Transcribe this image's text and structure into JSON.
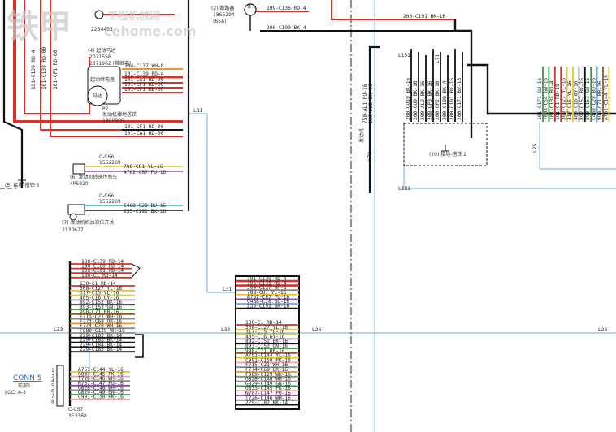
{
  "watermark": {
    "brand": "铁甲",
    "sub": "工程机械网",
    "domain": "cehome.com"
  },
  "palette": {
    "red": "#d8302a",
    "black": "#111111",
    "blue": "#6aa6d8",
    "orange": "#e59a2e",
    "yellow": "#e6c62a",
    "green": "#2e9a3a",
    "pink": "#f0a0b0",
    "purple": "#8a4aa8",
    "gray": "#8a8a8a",
    "cyan": "#2ab0b8"
  },
  "top": {
    "breaker_id": "(2) 断路器",
    "breaker_part": "1865294",
    "breaker_amp": "(65A)",
    "breaker_mark": "B",
    "wires": [
      "109-C136 RD-4",
      "200-C191 BK-16",
      "200-C190 BK-4"
    ]
  },
  "left_top": {
    "part_top": "2234453",
    "motor_title": "(4) 起动马达",
    "motor_parts": [
      "2071556",
      "2371962 (带继电)"
    ],
    "motor_label": "马达",
    "relay_label": "起动继电器",
    "motor_wire": "304-C137 WH-8",
    "motor_wires": [
      "101-C139 RD-4",
      "101-CA1 RD-00",
      "101-CF1 RD-00",
      "101-CF1 RD-00"
    ],
    "motor_wires2": [
      "101-CF1 RD-00",
      "101-CA1 RD-00"
    ],
    "p2_label": "P2",
    "p2_desc": "发动机接地搭铁",
    "p2_part": "1800900",
    "vertical_labels": [
      "101-C139 RD-4",
      "101-C139 RD-00",
      "101-CF1 RD-00"
    ],
    "ground": "(5) 接地-搭铁 5",
    "sensor1": {
      "conn": "C-C66",
      "part": "1552269",
      "wires": [
        "788-C81 YL-16",
        "A762-C87 PU-16"
      ],
      "caption": "(6) 发动机转速传感头",
      "id": "4P5820"
    },
    "switch1": {
      "conn": "C-C66",
      "part": "1552269",
      "wires": [
        "C468-C28 BU-16",
        "235-C192 BK-16"
      ],
      "caption": "(7) 发动机机油液位开关",
      "id": "2130677"
    }
  },
  "mid": {
    "L31": "L31",
    "L33": "L33",
    "L32": "L32",
    "L26": "L26",
    "L25": "L25",
    "L79": "L79",
    "L151": "L151",
    "L71": "L71",
    "L181": "L181"
  },
  "conn_block": {
    "wires_top": [
      "130-C179 RD-14",
      "130-C180 RD-14",
      "130-C181 RD-14",
      "130-C1 RD-14"
    ],
    "wires_mid": [
      "130-C1 RD-14",
      "308-C127 YL-16",
      "317-C15 YL-16",
      "405-C16 GY-16",
      "892-C152 BK-16",
      "893-C153 GN-16",
      "998-C71 BR-16",
      "F715-C21 WH-16",
      "F773-C69 OR-16",
      "F774-C70 WH-16",
      "F889-C129 WH-16",
      "229-C182 BK-14",
      "229-C183 BK-14",
      "229-C184 BK-14",
      "229-C185 BK-14"
    ],
    "wires_bottom": [
      "A751-C144 YL-16",
      "G833-C145 PK-16",
      "T726-C146 WH-16",
      "N707-C147 PU-16",
      "G828-C148 WH-16",
      "G829-C149 GN-16",
      "C991-C150 PK-16"
    ],
    "conn_title": "CONN 5",
    "conn_sub": "前部1",
    "conn_loc": "LOC: A-3",
    "conn_part_a": "C-C57",
    "conn_part_b": "3E3388",
    "pins": [
      "1",
      "3",
      "4",
      "5",
      "6",
      "7",
      "8"
    ]
  },
  "mid_block": {
    "wires_a": [
      "101-C139 RD-4",
      "106-C135 RD-4",
      "304-C137 WH-8",
      "788-C81 YL-16",
      "A762-C87 PU-16",
      "C468-C28 BU-16",
      "235-C192 BK-16"
    ],
    "wires_b": [
      "130-C1 RD-14",
      "308-C127 YL-16",
      "317-C15 YL-16",
      "405-C16 GY-16",
      "892-C152 BK-16",
      "893-C153 GN-16",
      "998-C71 BR-16",
      "A751-C144 YL-16",
      "C991-C150 PK-16",
      "F715-C21 WH-16",
      "F774-C69 OR-16",
      "F889-C129 WH-16",
      "G828-C148 WH-16",
      "G829-C149 GN-16",
      "G833-C145 PK-16",
      "N707-C147 PU-16",
      "T726-C146 WH-16",
      "229-C182 BK-14"
    ]
  },
  "right_block": {
    "ground_label": "(20) 接地-搭铁 2",
    "vert_left": [
      "200-GU10 BK-16",
      "200-GU9 BK-16",
      "200-AL2 BK-16",
      "200-GP3 BK-16",
      "200-GP2 BK-16",
      "200-C190 BK-4",
      "200-C191 BK-16",
      "200-C171 BK-16"
    ],
    "l79_wires": [
      "750-AL1 PU-16",
      "200-AL2 BK-16"
    ],
    "l79_tag": "发动机",
    "vert_right": [
      "101-C171 GN-16",
      "7003-C54 GN-16",
      "101-C139 RD-4",
      "101-C1 RD-10",
      "308-C127 YL-16",
      "317-C15 YL-16",
      "405-C16 GY-16",
      "892-C152 BK-16",
      "893-C153 GN-16",
      "C468-C28 BU-16",
      "998-C71 BR-16",
      "A751-C144 YL-16"
    ]
  }
}
